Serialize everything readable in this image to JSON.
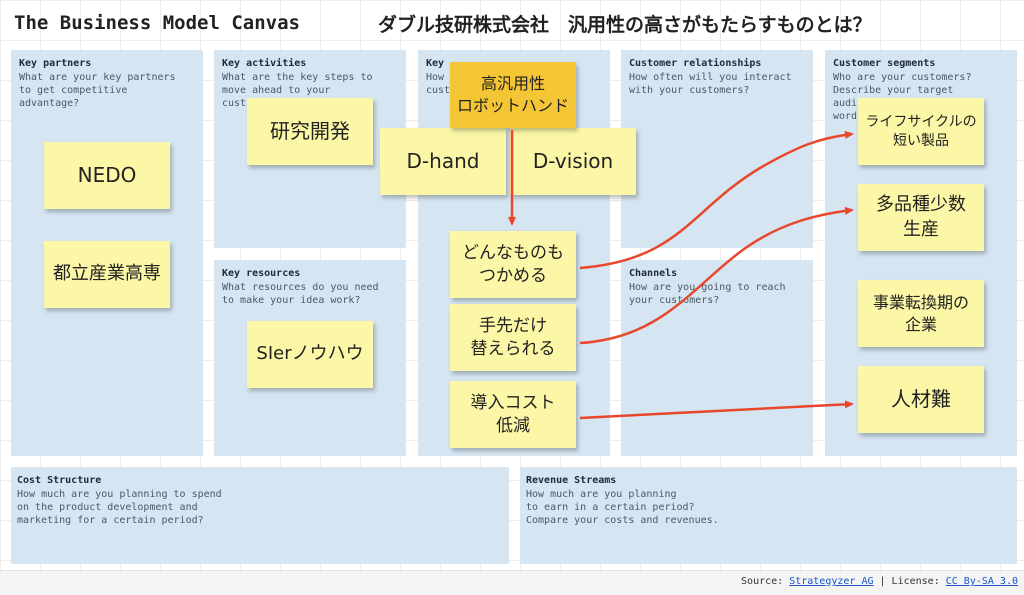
{
  "header": {
    "canvas_title": "The Business Model Canvas",
    "jp_title": "ダブル技研株式会社　汎用性の高さがもたらすものとは？"
  },
  "boxes": {
    "key_partners": {
      "title": "Key partners",
      "desc": "What are your key partners\nto get competitive\nadvantage?"
    },
    "key_activities": {
      "title": "Key activities",
      "desc": "What are the key steps to\nmove ahead to your\ncust"
    },
    "key_resources": {
      "title": "Key resources",
      "desc": "What resources do you need\nto make your idea work?"
    },
    "value_propositions": {
      "title": "Key",
      "desc": "How\ncust"
    },
    "customer_relationships": {
      "title": "Customer relationships",
      "desc": "How often will you interact\nwith your customers?"
    },
    "channels": {
      "title": "Channels",
      "desc": "How are you going to reach\nyour customers?"
    },
    "customer_segments": {
      "title": "Customer segments",
      "desc": "Who are your customers?\nDescribe your target\naudi\nword"
    },
    "cost_structure": {
      "title": "Cost Structure",
      "desc": "How much are you planning to spend\non the product development and\nmarketing for a certain period?"
    },
    "revenue_streams": {
      "title": "Revenue Streams",
      "desc": "How much are you planning\nto earn in a certain period?\nCompare your costs and revenues."
    }
  },
  "notes": {
    "nedo": "NEDO",
    "tokyo_college": "都立産業高専",
    "research": "研究開発",
    "sier_knowhow": "SIerノウハウ",
    "d_hand": "D-hand",
    "d_vision": "D-vision",
    "robot_hand": "高汎用性\nロボットハンド",
    "grab_anything": "どんなものも\nつかめる",
    "swap_fingertips": "手先だけ\n替えられる",
    "low_cost": "導入コスト\n低減",
    "short_lifecycle": "ライフサイクルの\n短い製品",
    "high_mix": "多品種少数\n生産",
    "business_transition": "事業転換期の\n企業",
    "labor_shortage": "人材難"
  },
  "colors": {
    "box": "#d5e5f1",
    "note": "#fbf7a6",
    "note_highlight": "#f4c534",
    "arrow": "#e8472c"
  },
  "footer": {
    "source_label": "Source: ",
    "source_link": "Strategyzer AG",
    "separator": " | License: ",
    "license_link": "CC By-SA 3.0"
  }
}
